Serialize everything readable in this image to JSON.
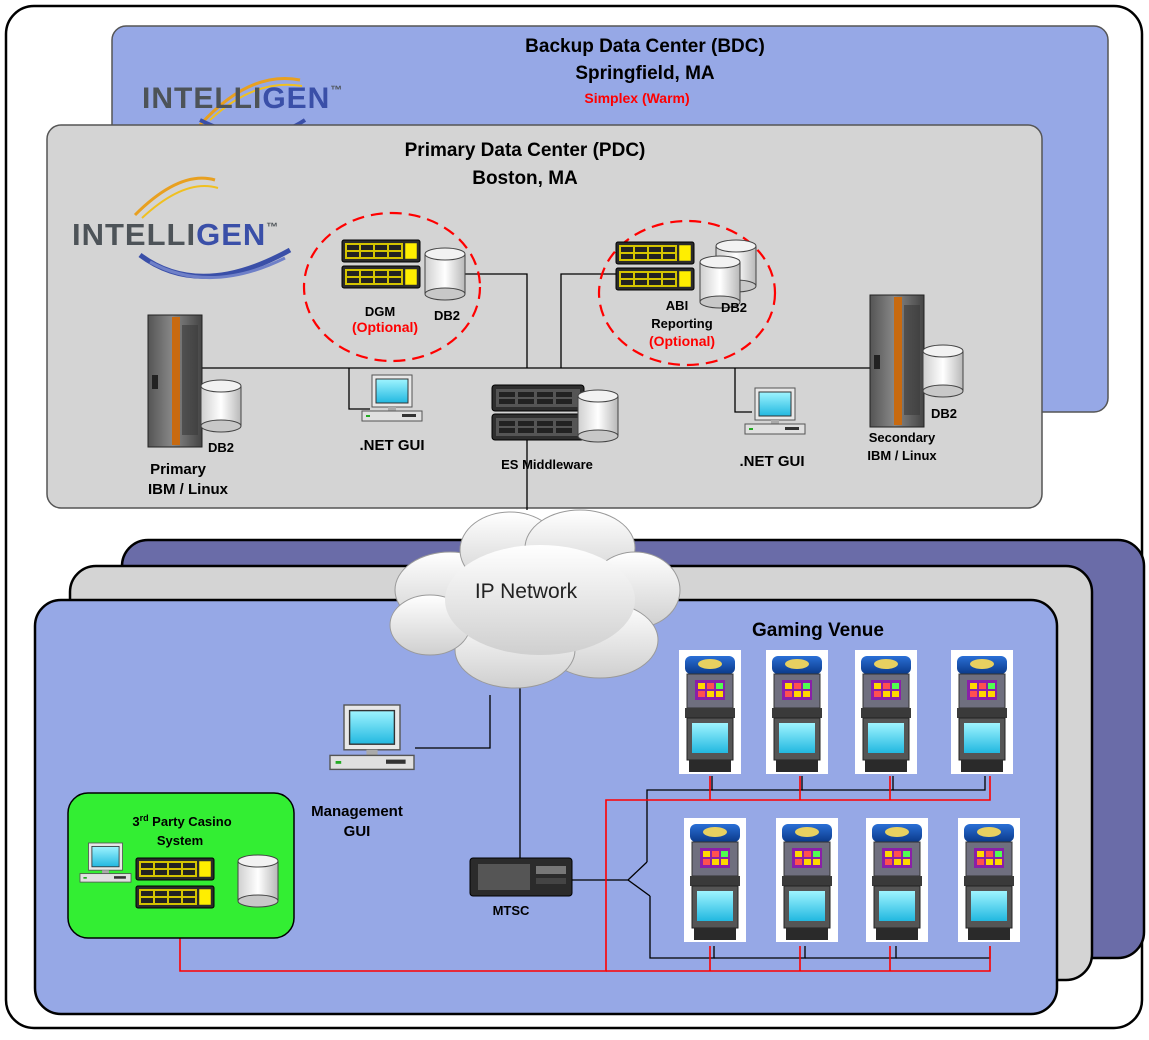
{
  "bdc": {
    "title": "Backup Data Center (BDC)",
    "city": "Springfield, MA",
    "mode": "Simplex (Warm)",
    "logo_prefix": "INTELLI",
    "logo_suffix": "GEN",
    "logo_tm": "™"
  },
  "pdc": {
    "title": "Primary Data Center (PDC)",
    "city": "Boston, MA",
    "logo_prefix": "INTELLI",
    "logo_suffix": "GEN",
    "logo_tm": "™",
    "dgm_label": "DGM",
    "dgm_optional": "(Optional)",
    "dgm_db": "DB2",
    "abi_label": "ABI",
    "abi_label2": "Reporting",
    "abi_optional": "(Optional)",
    "abi_db": "DB2",
    "primary_db": "DB2",
    "primary_label1": "Primary",
    "primary_label2": "IBM / Linux",
    "gui_left": ".NET GUI",
    "middleware": "ES Middleware",
    "gui_right": ".NET GUI",
    "secondary_db": "DB2",
    "secondary_label1": "Secondary",
    "secondary_label2": "IBM / Linux"
  },
  "network": {
    "label": "IP Network"
  },
  "venue": {
    "title": "Gaming Venue",
    "mgmt_label1": "Management",
    "mgmt_label2": "GUI",
    "casino_label1": "3",
    "casino_sup": "rd",
    "casino_label1b": " Party Casino",
    "casino_label2": "System",
    "mtsc": "MTSC"
  },
  "colors": {
    "bdc_fill": "#96a8e6",
    "pdc_fill": "#d4d4d4",
    "venue_fill": "#96a8e6",
    "venue_back": "#6a6ca8",
    "casino_fill": "#33ee33",
    "link_red": "#ff0000",
    "optional_ring": "#ff0000"
  },
  "icons": [
    "intelligen-logo",
    "server-rack-icon",
    "database-icon",
    "desktop-computer-icon",
    "mainframe-icon",
    "cloud-icon",
    "slot-machine-icon",
    "switch-icon"
  ]
}
